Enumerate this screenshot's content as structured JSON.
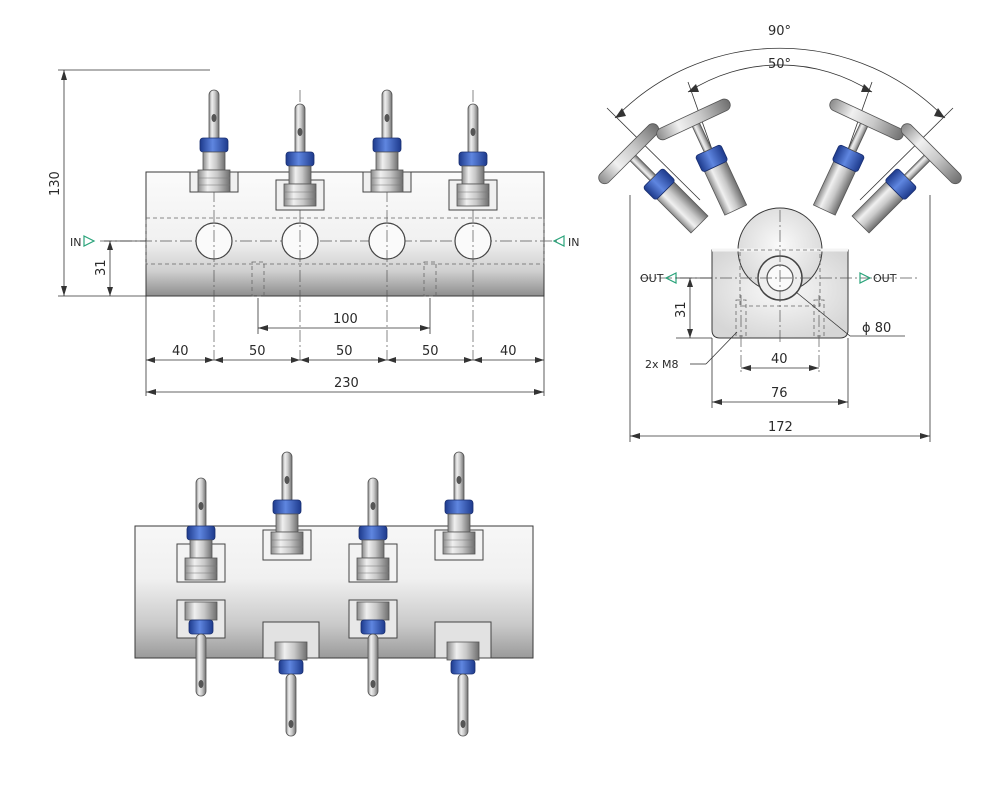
{
  "front_view": {
    "height_overall": "130",
    "centerline_height": "31",
    "inlet_label": "IN",
    "pitch_inner": "100",
    "spacing": [
      "40",
      "50",
      "50",
      "50",
      "40"
    ],
    "length_overall": "230"
  },
  "side_view": {
    "angle_outer": "90°",
    "angle_inner": "50°",
    "outlet_left": "OUT",
    "outlet_right": "OUT",
    "centerline_height": "31",
    "bore_diameter": "ϕ 80",
    "mount_thread": "2x M8",
    "mount_spacing": "40",
    "body_width": "76",
    "overall_width": "172"
  },
  "colors": {
    "steel_light": "#f4f4f4",
    "steel_dark": "#8e8e8e",
    "seal_blue": "#2b4fb5",
    "arrow_green": "#2aa37a"
  }
}
